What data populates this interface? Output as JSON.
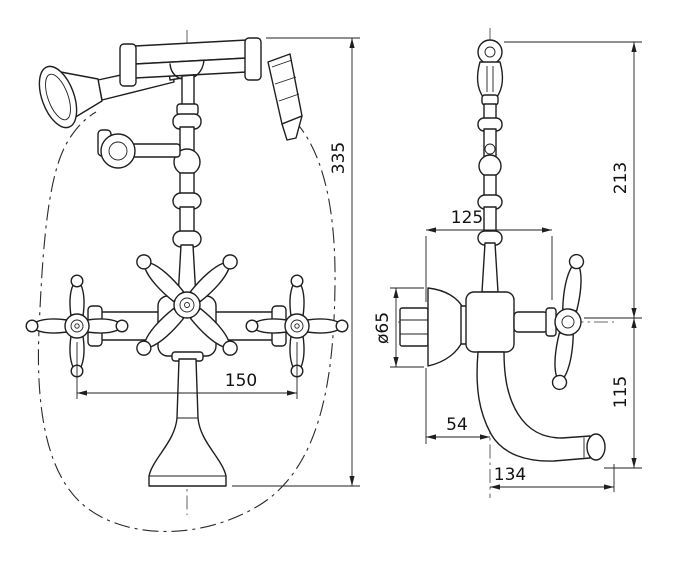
{
  "drawing": {
    "background": "#ffffff",
    "line_color": "#1f1f1f",
    "front_view": {
      "overall_height": "335",
      "handle_centers_width": "150"
    },
    "side_view": {
      "holder_height": "213",
      "spout_height": "115",
      "top_depth": "125",
      "flange_diameter": "ø65",
      "wall_to_spout_axis": "54",
      "spout_reach": "134"
    }
  }
}
